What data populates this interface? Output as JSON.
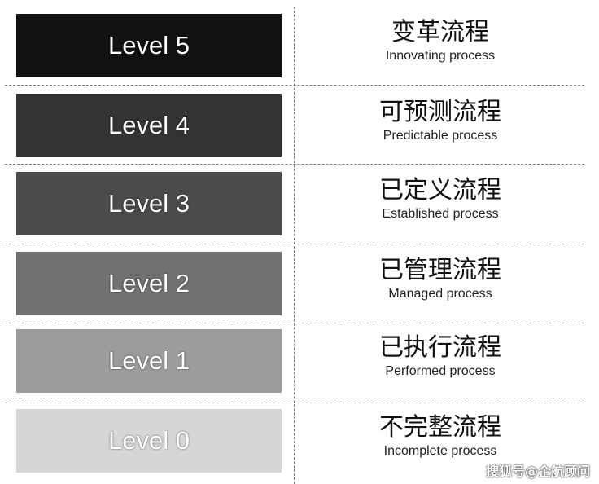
{
  "levels": [
    {
      "label": "Level 5",
      "zh": "变革流程",
      "en": "Innovating process",
      "color": "#111111"
    },
    {
      "label": "Level 4",
      "zh": "可预测流程",
      "en": "Predictable process",
      "color": "#333333"
    },
    {
      "label": "Level 3",
      "zh": "已定义流程",
      "en": "Established process",
      "color": "#4b4b4b"
    },
    {
      "label": "Level 2",
      "zh": "已管理流程",
      "en": "Managed process",
      "color": "#717171"
    },
    {
      "label": "Level 1",
      "zh": "已执行流程",
      "en": "Performed process",
      "color": "#9c9c9c"
    },
    {
      "label": "Level 0",
      "zh": "不完整流程",
      "en": "Incomplete process",
      "color": "#d6d6d6"
    }
  ],
  "watermark": "搜狐号@企航顾问"
}
